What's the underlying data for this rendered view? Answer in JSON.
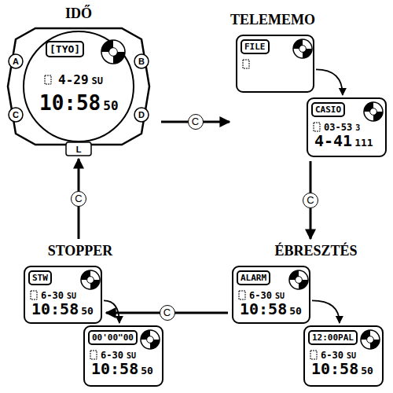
{
  "diagram": {
    "nodes": [
      {
        "text": [
          "IDŐ",
          "[TYO]",
          "4-29",
          "SU",
          "10:58",
          "50"
        ]
      },
      {
        "text": [
          "TELEMEMO",
          "FILE"
        ]
      },
      {
        "text": [
          "CASIO",
          "03-53",
          "3",
          "4-41",
          "111"
        ]
      },
      {
        "text": [
          "ÉBRESZTÉS",
          "ALARM",
          "6-30",
          "SU",
          "10:58",
          "50"
        ]
      },
      {
        "text": [
          "12:00PAL",
          "6-30",
          "SU",
          "10:58",
          "50"
        ]
      },
      {
        "text": [
          "STOPPER",
          "STW",
          "6-30",
          "SU",
          "10:58",
          "50"
        ]
      },
      {
        "text": [
          "00'00\"00",
          "6-30",
          "SU",
          "10:58",
          "50"
        ]
      }
    ],
    "edges": [
      {
        "from": 0,
        "to": 1,
        "label": "C",
        "arrow": "to"
      },
      {
        "from": 1,
        "to": 2,
        "arrow": "to"
      },
      {
        "from": 2,
        "to": 3,
        "label": "C",
        "arrow": "to"
      },
      {
        "from": 3,
        "to": 4,
        "arrow": "to"
      },
      {
        "from": 3,
        "to": 5,
        "label": "C",
        "arrow": "to"
      },
      {
        "from": 5,
        "to": 6,
        "arrow": "to"
      },
      {
        "from": 5,
        "to": 0,
        "label": "C",
        "arrow": "to"
      }
    ],
    "labels": [
      "A",
      "B",
      "C",
      "D",
      "L"
    ]
  }
}
